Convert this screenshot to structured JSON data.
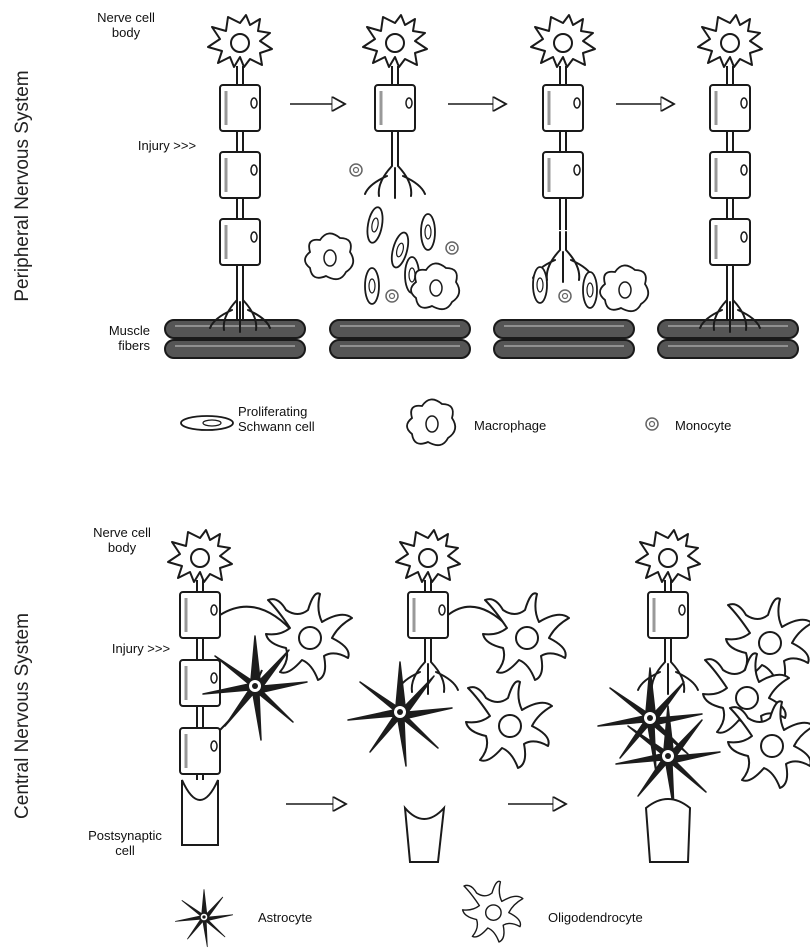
{
  "pns": {
    "side_label": "Peripheral Nervous System",
    "labels": {
      "nerve_cell_body": [
        "Nerve cell",
        "body"
      ],
      "injury": "Injury >>>",
      "muscle_fibers": [
        "Muscle",
        "fibers"
      ]
    },
    "legend": {
      "schwann": [
        "Proliferating",
        "Schwann cell"
      ],
      "macrophage": "Macrophage",
      "monocyte": "Monocyte"
    }
  },
  "cns": {
    "side_label": "Central Nervous System",
    "labels": {
      "nerve_cell_body": [
        "Nerve cell",
        "body"
      ],
      "injury": "Injury >>>",
      "postsynaptic": [
        "Postsynaptic",
        "cell"
      ]
    },
    "legend": {
      "astrocyte": "Astrocyte",
      "oligodendrocyte": "Oligodendrocyte"
    }
  },
  "colors": {
    "line": "#1a1a1a",
    "fill": "#ffffff",
    "shade": "#bdbdbd",
    "astro": "#1c1c1c"
  }
}
